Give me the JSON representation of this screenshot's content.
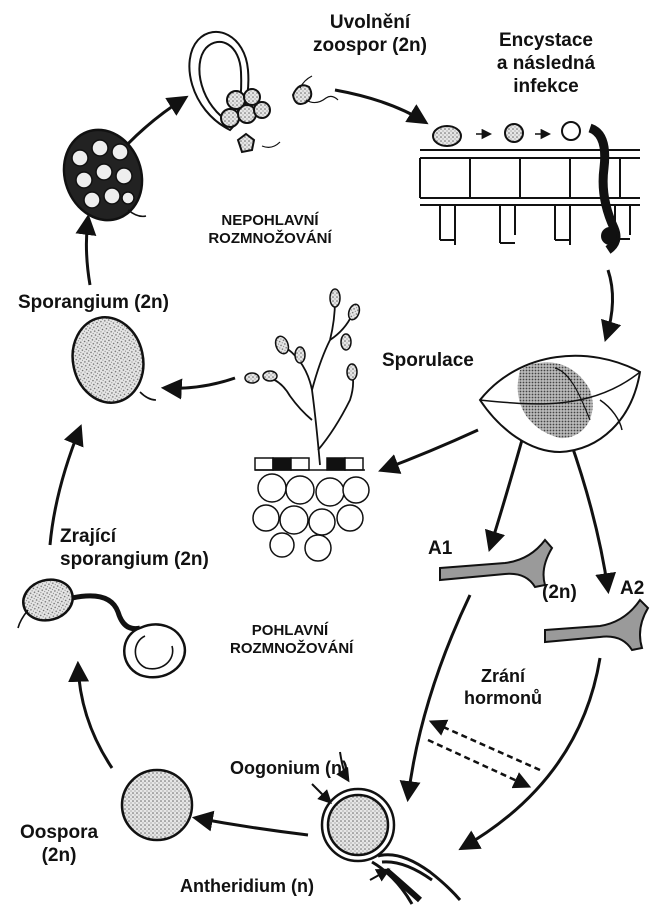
{
  "labels": {
    "zoospore_release": [
      "Uvolnění",
      "zoospor (2n)"
    ],
    "encystment": [
      "Encystace",
      "a následná",
      "infekce"
    ],
    "asexual": [
      "NEPOHLAVNÍ",
      "ROZMNOŽOVÁNÍ"
    ],
    "sporangium": "Sporangium (2n)",
    "sporulation": "Sporulace",
    "a1": "A1",
    "a2": "A2",
    "diploid": "(2n)",
    "maturing_sporangium": [
      "Zrající",
      "sporangium (2n)"
    ],
    "sexual": [
      "POHLAVNÍ",
      "ROZMNOŽOVÁNÍ"
    ],
    "hormone_maturation": [
      "Zrání",
      "hormonů"
    ],
    "oogonium": "Oogonium (n)",
    "oospore": [
      "Oospora",
      "(2n)"
    ],
    "antheridium": "Antheridium (n)"
  },
  "colors": {
    "ink": "#111111",
    "stipple": "#7a7a7a",
    "lesion_dark": "#1a1a1a",
    "paper": "#ffffff"
  }
}
